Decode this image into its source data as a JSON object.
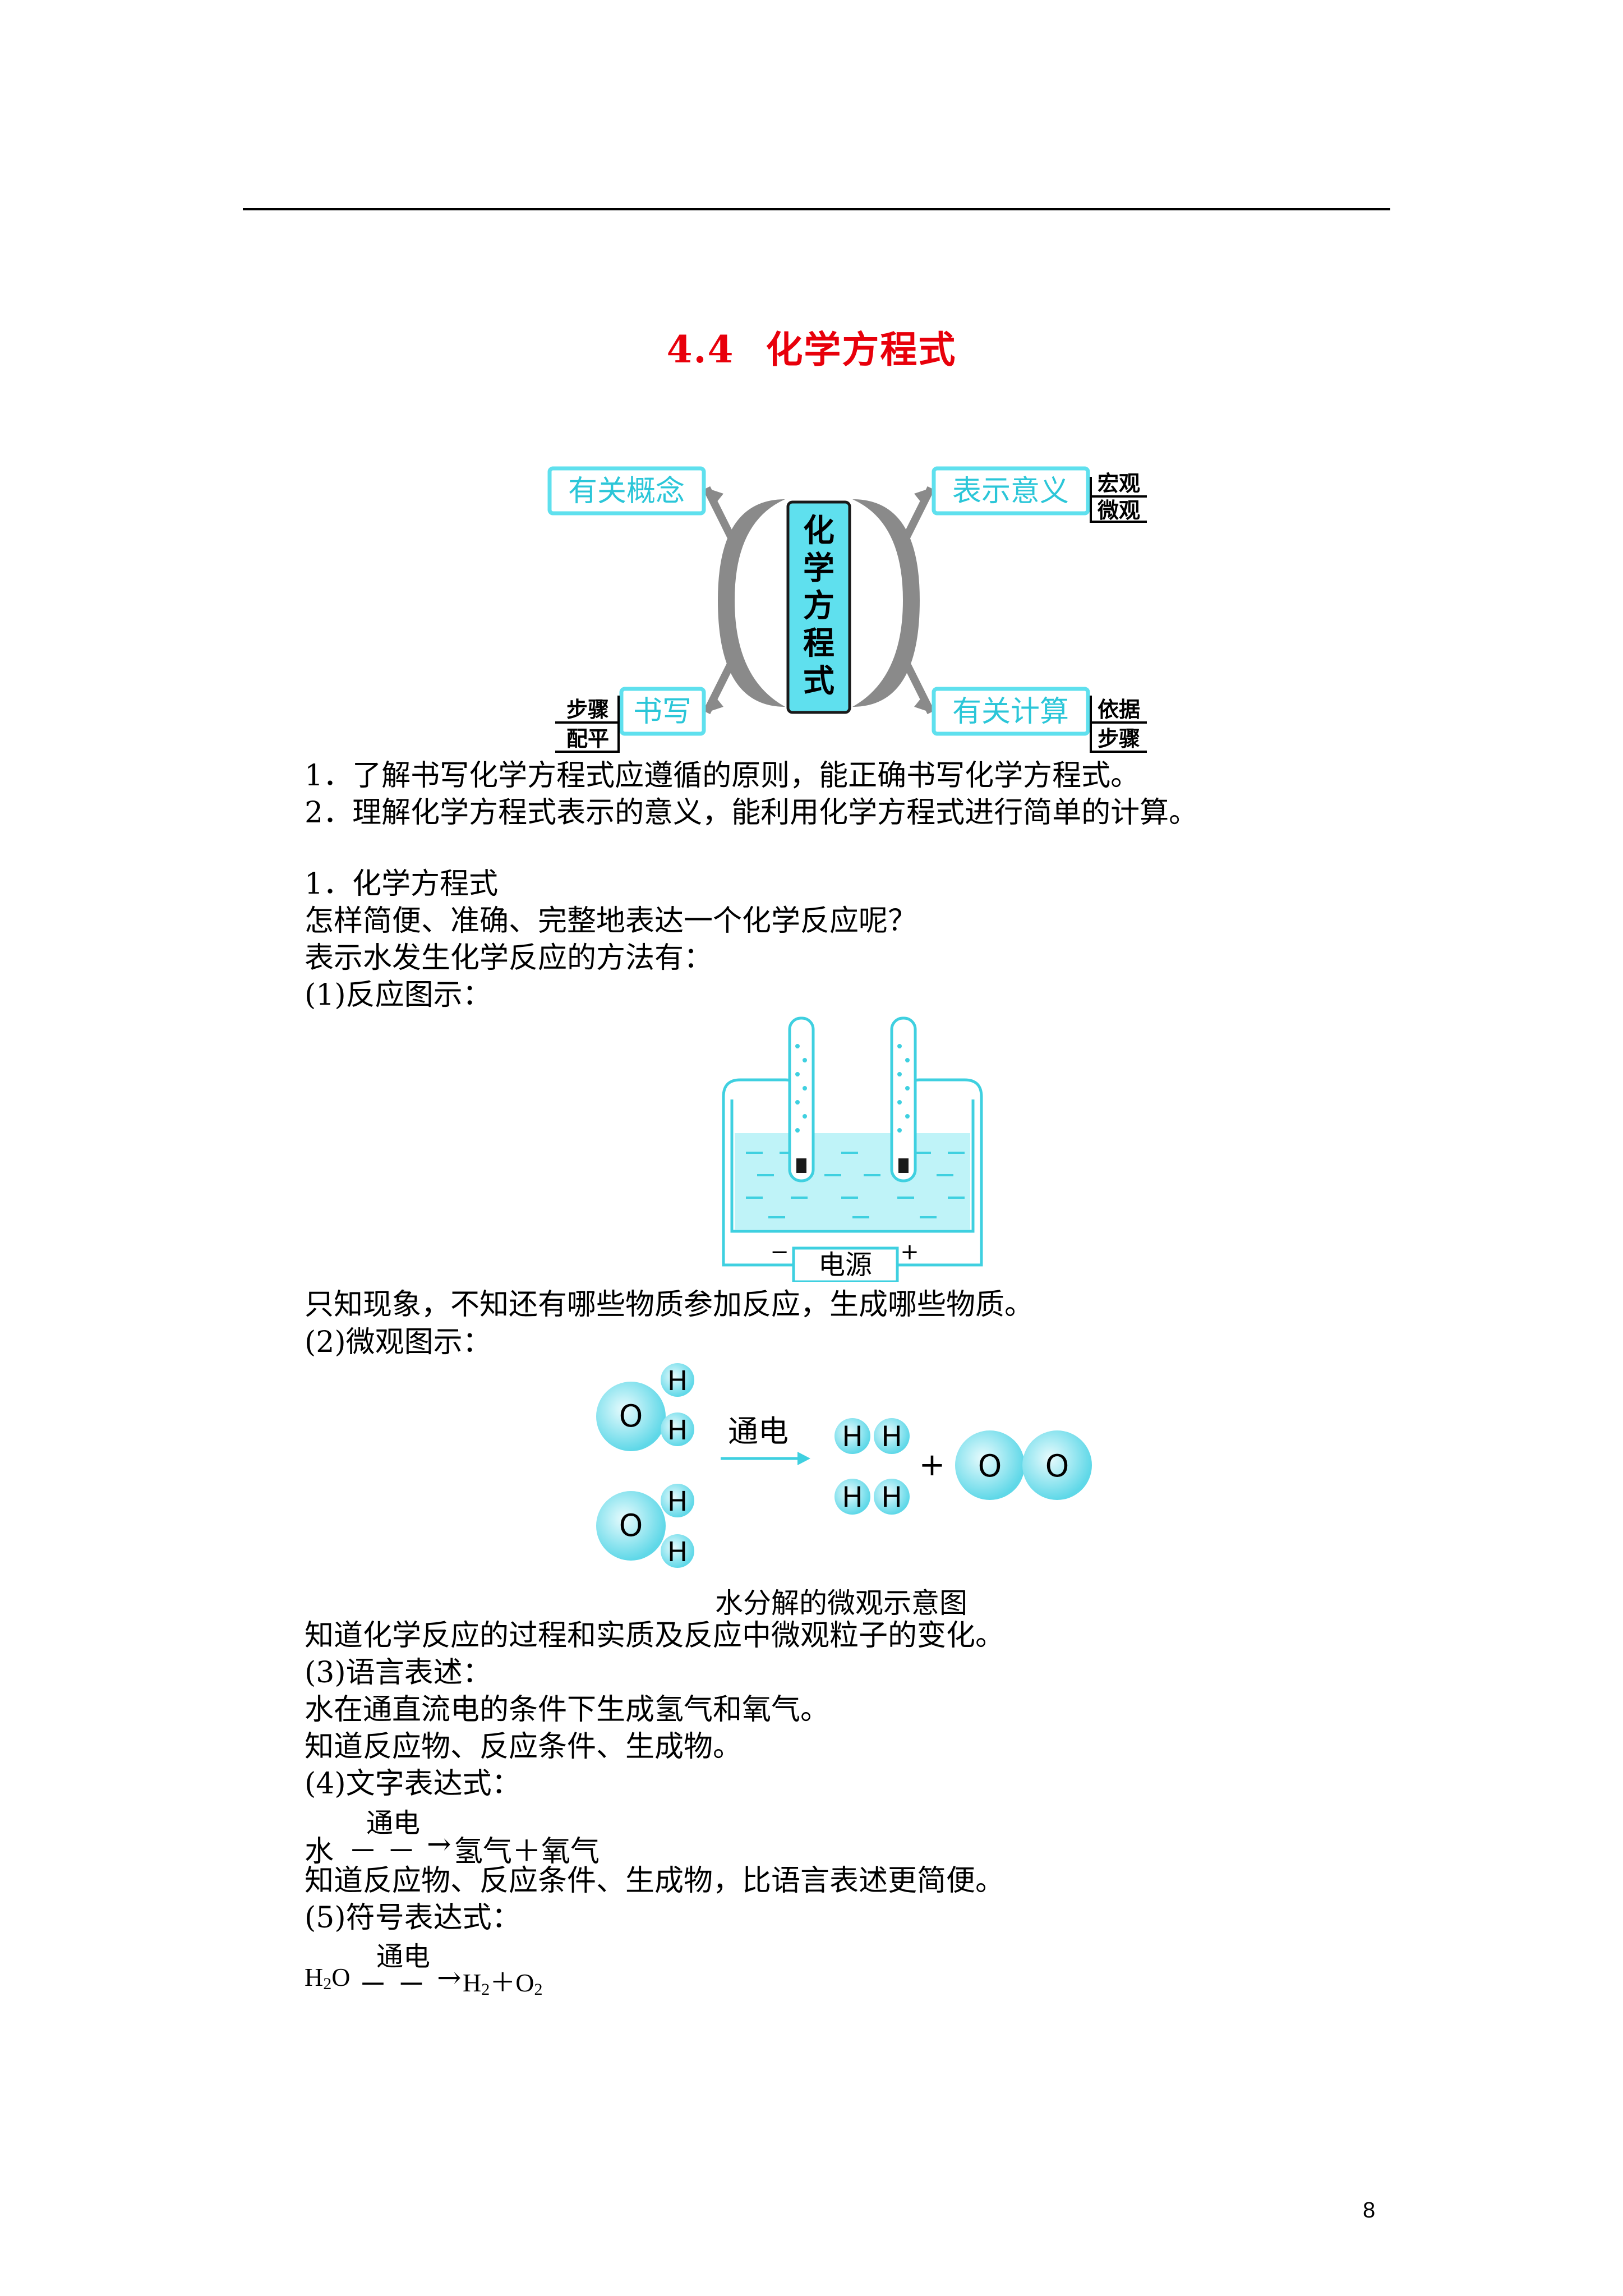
{
  "header": {
    "title_number": "4.4",
    "title_text": "化学方程式"
  },
  "mindmap": {
    "center": [
      "化",
      "学",
      "方",
      "程",
      "式"
    ],
    "left_top": "有关概念",
    "left_bottom": "书写",
    "left_bottom_sub": [
      "步骤",
      "配平"
    ],
    "right_top": "表示意义",
    "right_top_sub": [
      "宏观",
      "微观"
    ],
    "right_bottom": "有关计算",
    "right_bottom_sub": [
      "依据",
      "步骤"
    ]
  },
  "objectives": [
    "1．了解书写化学方程式应遵循的原则，能正确书写化学方程式。",
    "2．理解化学方程式表示的意义，能利用化学方程式进行简单的计算。"
  ],
  "body": {
    "section1": "1．化学方程式",
    "q1": "怎样简便、准确、完整地表达一个化学反应呢？",
    "q2": "表示水发生化学反应的方法有：",
    "m1": "(1)反应图示：",
    "power_label": "电源",
    "minus": "−",
    "plus": "+",
    "m1_note": "只知现象，不知还有哪些物质参加反应，生成哪些物质。",
    "m2": "(2)微观图示：",
    "atom_o": "O",
    "atom_h": "H",
    "micro_arrow_label": "通电",
    "micro_caption": "水分解的微观示意图",
    "m2_note": "知道化学反应的过程和实质及反应中微观粒子的变化。",
    "m3": "(3)语言表述：",
    "m3_text": "水在通直流电的条件下生成氢气和氧气。",
    "m3_note": "知道反应物、反应条件、生成物。",
    "m4": "(4)文字表达式：",
    "word_eq": {
      "reactant": "水",
      "condition": "通电",
      "dashes": "－ －",
      "products": "氢气＋氧气"
    },
    "m4_note": "知道反应物、反应条件、生成物，比语言表述更简便。",
    "m5": "(5)符号表达式：",
    "sym_eq": {
      "h2o": "H",
      "two": "2",
      "o": "O",
      "condition": "通电",
      "dashes": "－ －",
      "h2": "H",
      "plus": "＋",
      "o2": "O"
    }
  },
  "page_number": "8"
}
